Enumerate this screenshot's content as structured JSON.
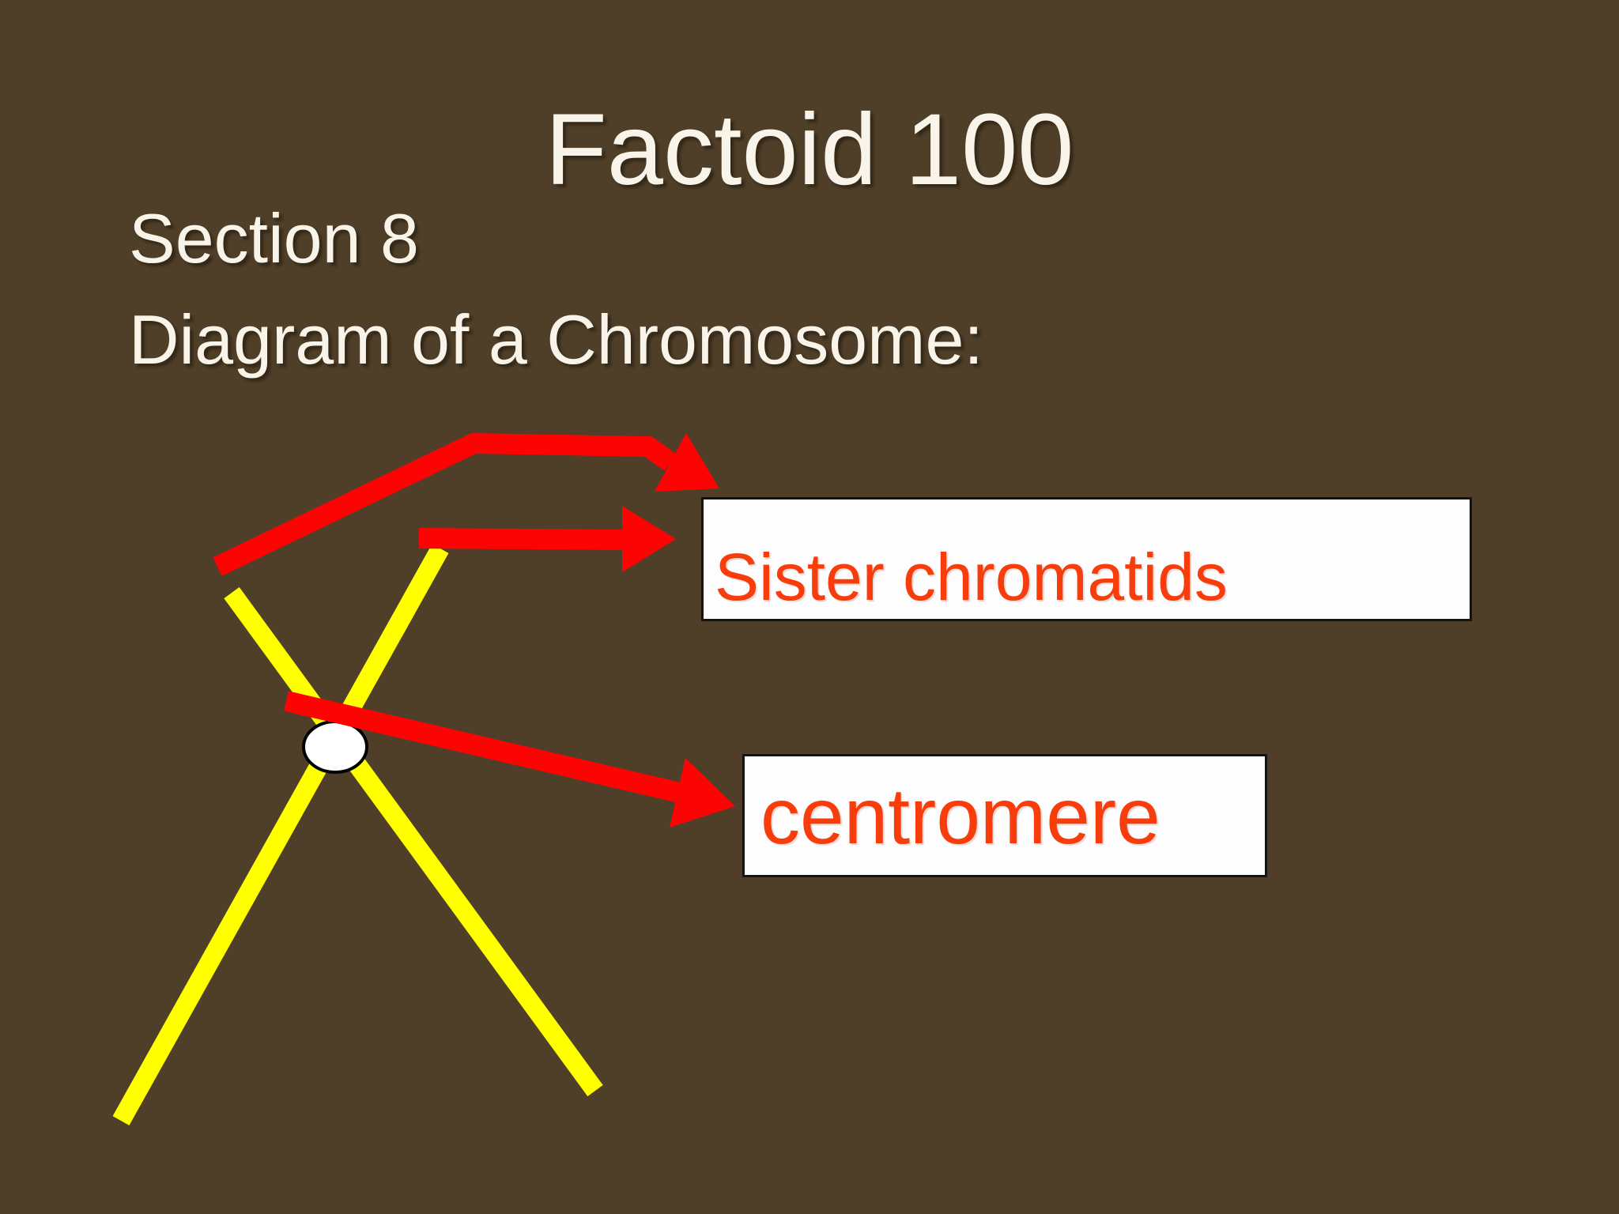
{
  "slide": {
    "title": "Factoid 100",
    "section": "Section 8",
    "heading": "Diagram of a Chromosome:"
  },
  "labels": {
    "sister_chromatids": "Sister chromatids",
    "centromere": "centromere"
  },
  "colors": {
    "background": "#4F3E28",
    "title_text": "#F8F4EA",
    "chromatid_yellow": "#FFFF00",
    "arrow_red": "#FC0404",
    "label_text": "#F83D0D",
    "box_background": "#FDFDFD",
    "box_border": "#141414",
    "oval_fill": "#FFFFFF",
    "oval_stroke": "#000000"
  }
}
